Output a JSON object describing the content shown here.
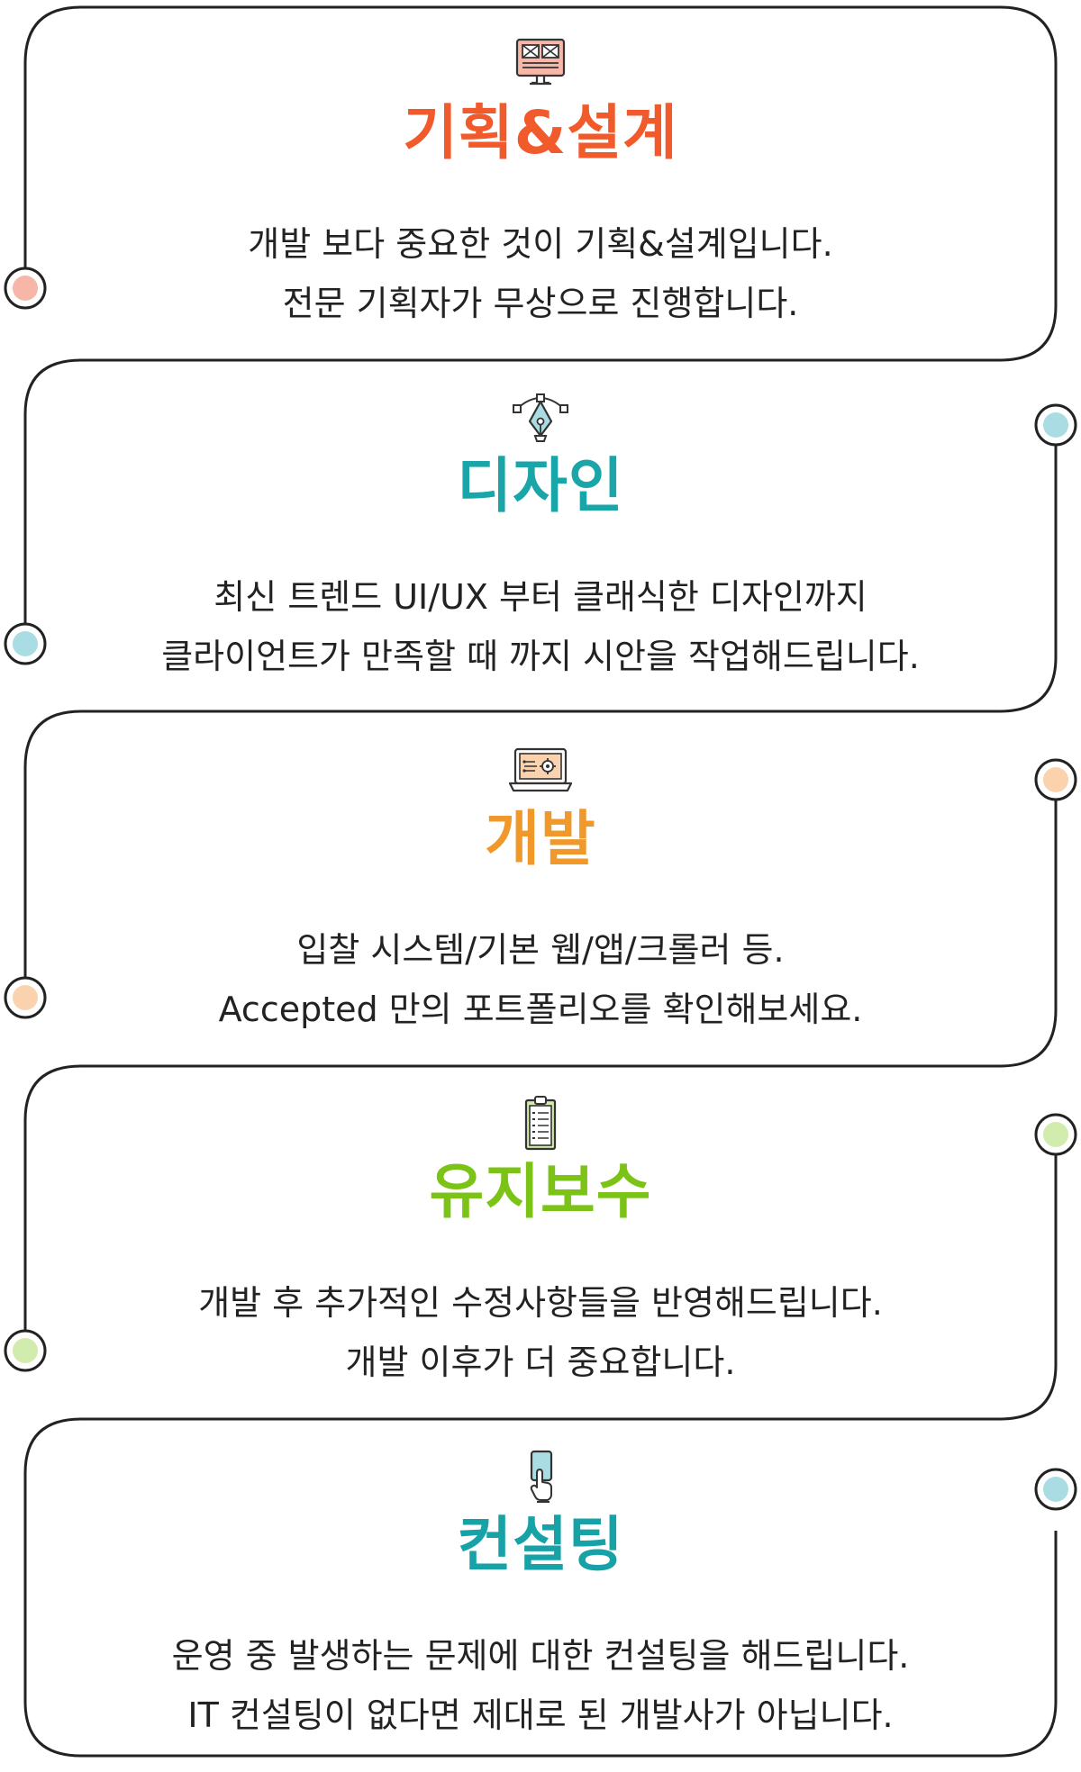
{
  "colors": {
    "line": "#222222",
    "plan": "#f15a2b",
    "design": "#1aa5a8",
    "dev": "#f0982a",
    "maint": "#7cc317",
    "consult": "#16a2a6",
    "dot_plan": "#f7b7a8",
    "dot_design": "#a9dde3",
    "dot_dev": "#fad2ad",
    "dot_maint": "#d2ecad",
    "dot_consult": "#a9dde3"
  },
  "sections": [
    {
      "icon": "monitor-wireframe-icon",
      "title": "기획&설계",
      "lines": [
        "개발 보다 중요한 것이 기획&설계입니다.",
        "전문 기획자가 무상으로 진행합니다."
      ]
    },
    {
      "icon": "pen-tool-icon",
      "title": "디자인",
      "lines": [
        "최신 트렌드 UI/UX 부터 클래식한 디자인까지",
        "클라이언트가 만족할 때 까지 시안을 작업해드립니다."
      ]
    },
    {
      "icon": "laptop-gear-icon",
      "title": "개발",
      "lines": [
        "입찰 시스템/기본 웹/앱/크롤러 등.",
        "Accepted 만의 포트폴리오를 확인해보세요."
      ]
    },
    {
      "icon": "clipboard-checklist-icon",
      "title": "유지보수",
      "lines": [
        "개발 후 추가적인 수정사항들을 반영해드립니다.",
        "개발 이후가 더 중요합니다."
      ]
    },
    {
      "icon": "hand-touch-phone-icon",
      "title": "컨설팅",
      "lines": [
        "운영 중 발생하는 문제에 대한 컨설팅을 해드립니다.",
        "IT 컨설팅이 없다면 제대로 된 개발사가 아닙니다."
      ]
    }
  ]
}
